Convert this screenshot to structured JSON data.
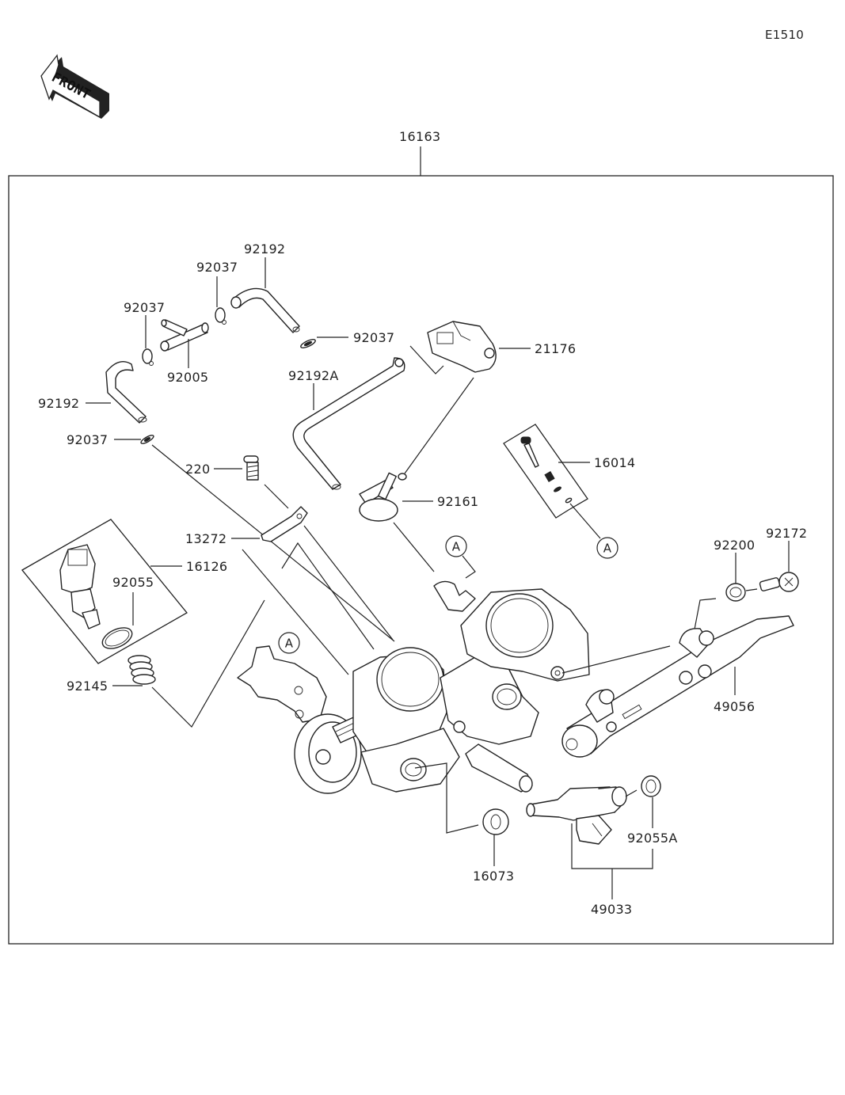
{
  "diagram": {
    "id_code": "E1510",
    "front_indicator": "FRONT",
    "assembly_label": "16163",
    "reference_callout": "A",
    "parts": [
      {
        "key": "p92192_top",
        "number": "92192"
      },
      {
        "key": "p92037_a",
        "number": "92037"
      },
      {
        "key": "p92037_b",
        "number": "92037"
      },
      {
        "key": "p92037_c",
        "number": "92037"
      },
      {
        "key": "p92037_d",
        "number": "92037"
      },
      {
        "key": "p92005",
        "number": "92005"
      },
      {
        "key": "p92192_left",
        "number": "92192"
      },
      {
        "key": "p92192A",
        "number": "92192A"
      },
      {
        "key": "p21176",
        "number": "21176"
      },
      {
        "key": "p220",
        "number": "220"
      },
      {
        "key": "p92161",
        "number": "92161"
      },
      {
        "key": "p16014",
        "number": "16014"
      },
      {
        "key": "p13272",
        "number": "13272"
      },
      {
        "key": "p16126",
        "number": "16126"
      },
      {
        "key": "p92055",
        "number": "92055"
      },
      {
        "key": "p92200",
        "number": "92200"
      },
      {
        "key": "p92172",
        "number": "92172"
      },
      {
        "key": "p92145",
        "number": "92145"
      },
      {
        "key": "p49056",
        "number": "49056"
      },
      {
        "key": "p16073",
        "number": "16073"
      },
      {
        "key": "p92055A",
        "number": "92055A"
      },
      {
        "key": "p49033",
        "number": "49033"
      }
    ]
  }
}
